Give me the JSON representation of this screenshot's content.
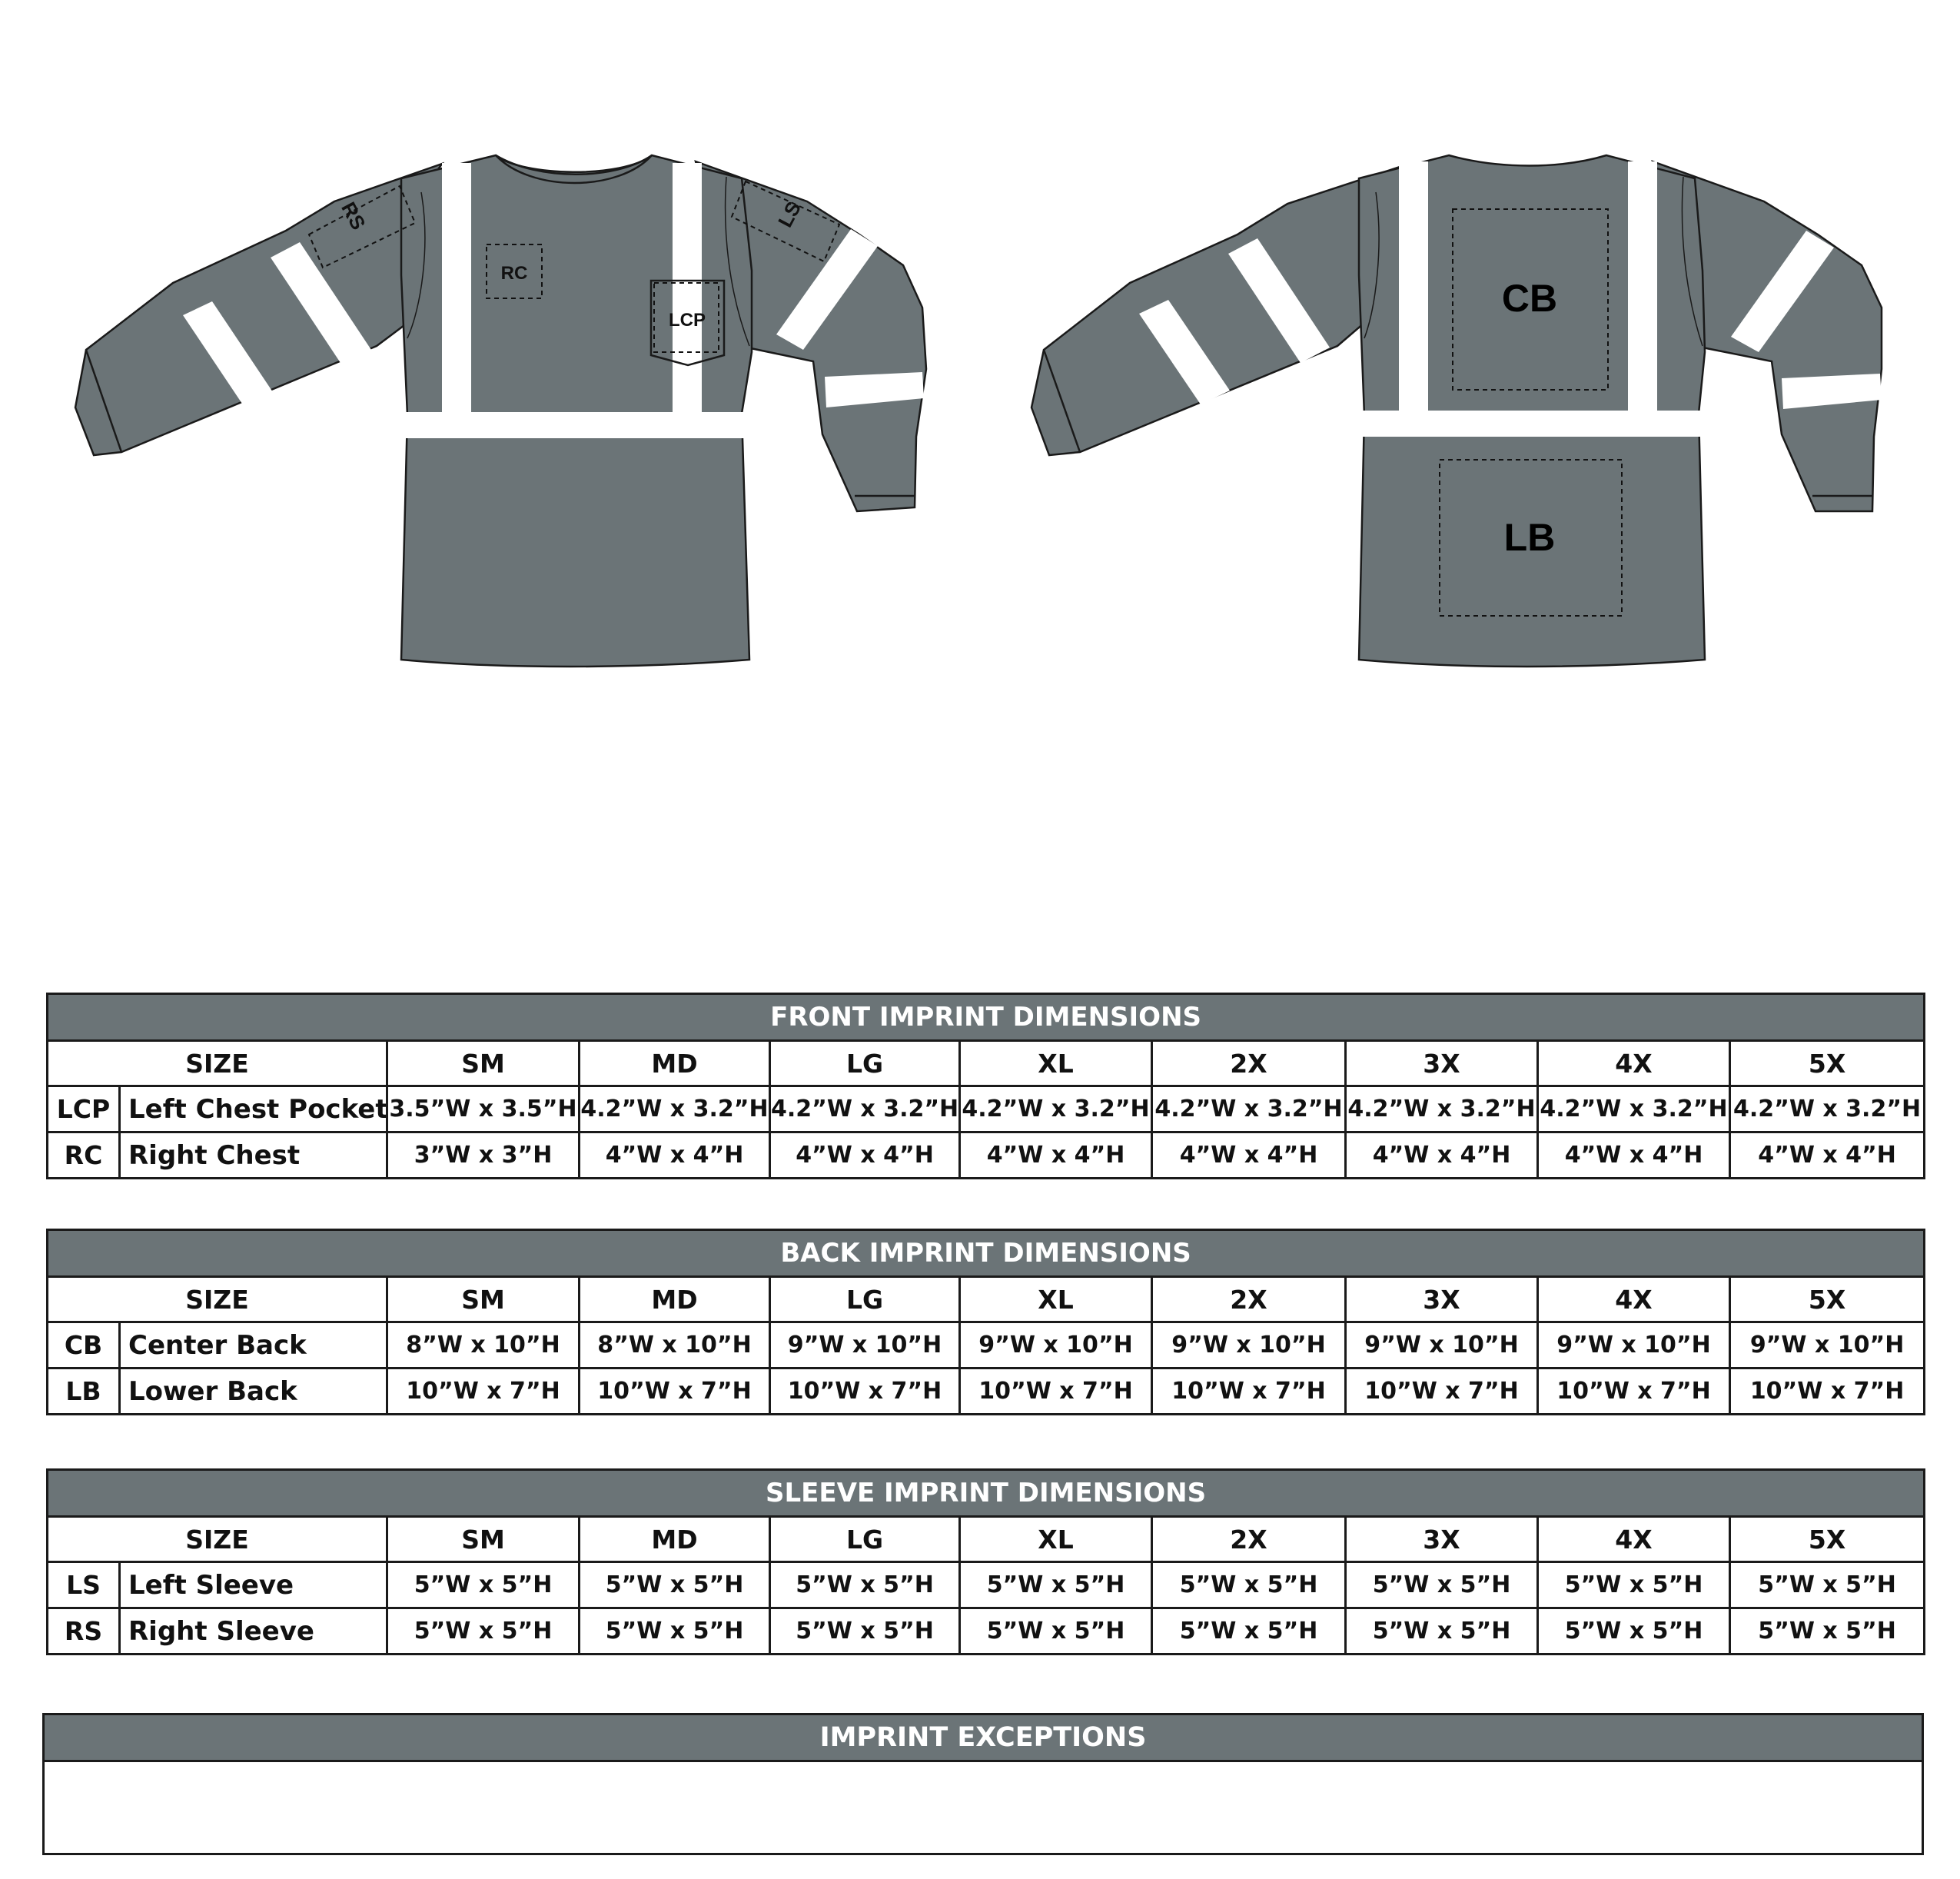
{
  "colors": {
    "garment": "#6b7477",
    "stripe": "#ffffff",
    "outline": "#1a1a1a",
    "header": "#6b7477"
  },
  "front_shirt": {
    "zones": {
      "rs": "RS",
      "ls": "LS",
      "rc": "RC",
      "lcp": "LCP"
    }
  },
  "back_shirt": {
    "zones": {
      "cb": "CB",
      "lb": "LB"
    }
  },
  "front_table": {
    "title": "FRONT IMPRINT DIMENSIONS",
    "size_label": "SIZE",
    "sizes": [
      "SM",
      "MD",
      "LG",
      "XL",
      "2X",
      "3X",
      "4X",
      "5X"
    ],
    "rows": [
      {
        "code": "LCP",
        "name": "Left Chest Pocket",
        "values": [
          "3.5”W x 3.5”H",
          "4.2”W x 3.2”H",
          "4.2”W x 3.2”H",
          "4.2”W x 3.2”H",
          "4.2”W x 3.2”H",
          "4.2”W x 3.2”H",
          "4.2”W x 3.2”H",
          "4.2”W x 3.2”H"
        ]
      },
      {
        "code": "RC",
        "name": "Right Chest",
        "values": [
          "3”W x 3”H",
          "4”W x 4”H",
          "4”W x 4”H",
          "4”W x 4”H",
          "4”W x 4”H",
          "4”W x 4”H",
          "4”W x 4”H",
          "4”W x 4”H"
        ]
      }
    ]
  },
  "back_table": {
    "title": "BACK IMPRINT DIMENSIONS",
    "size_label": "SIZE",
    "sizes": [
      "SM",
      "MD",
      "LG",
      "XL",
      "2X",
      "3X",
      "4X",
      "5X"
    ],
    "rows": [
      {
        "code": "CB",
        "name": "Center Back",
        "values": [
          "8”W x 10”H",
          "8”W x 10”H",
          "9”W x 10”H",
          "9”W x 10”H",
          "9”W x 10”H",
          "9”W x 10”H",
          "9”W x 10”H",
          "9”W x 10”H"
        ]
      },
      {
        "code": "LB",
        "name": "Lower Back",
        "values": [
          "10”W x 7”H",
          "10”W x 7”H",
          "10”W x 7”H",
          "10”W x 7”H",
          "10”W x 7”H",
          "10”W x 7”H",
          "10”W x 7”H",
          "10”W x 7”H"
        ]
      }
    ]
  },
  "sleeve_table": {
    "title": "SLEEVE IMPRINT DIMENSIONS",
    "size_label": "SIZE",
    "sizes": [
      "SM",
      "MD",
      "LG",
      "XL",
      "2X",
      "3X",
      "4X",
      "5X"
    ],
    "rows": [
      {
        "code": "LS",
        "name": "Left Sleeve",
        "values": [
          "5”W x 5”H",
          "5”W x 5”H",
          "5”W x 5”H",
          "5”W x 5”H",
          "5”W x 5”H",
          "5”W x 5”H",
          "5”W x 5”H",
          "5”W x 5”H"
        ]
      },
      {
        "code": "RS",
        "name": "Right Sleeve",
        "values": [
          "5”W x 5”H",
          "5”W x 5”H",
          "5”W x 5”H",
          "5”W x 5”H",
          "5”W x 5”H",
          "5”W x 5”H",
          "5”W x 5”H",
          "5”W x 5”H"
        ]
      }
    ]
  },
  "exceptions": {
    "title": "IMPRINT EXCEPTIONS"
  }
}
